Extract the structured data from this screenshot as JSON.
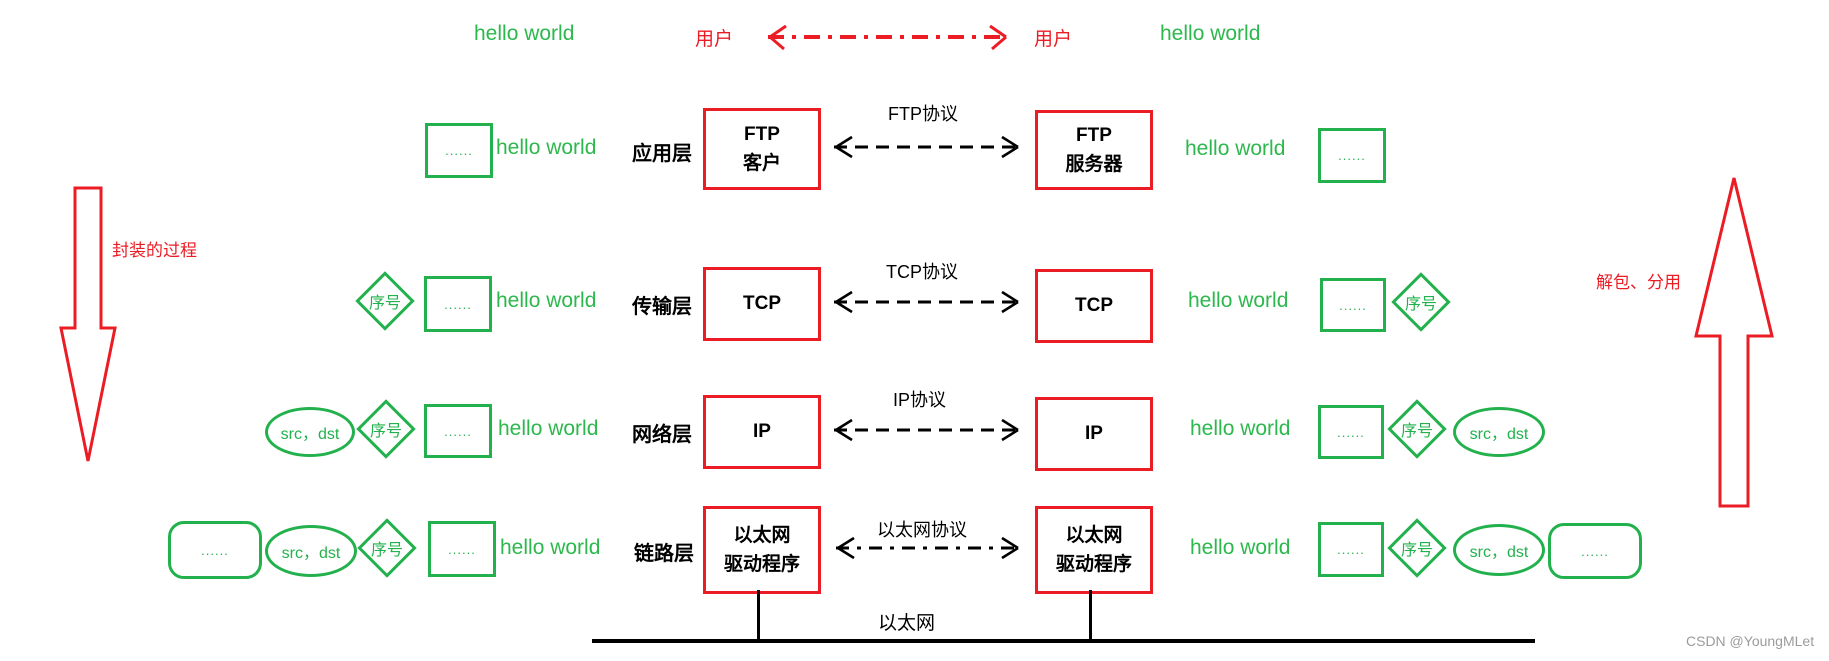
{
  "top": {
    "hello_left": "hello world",
    "user_left": "用户",
    "user_right": "用户",
    "hello_right": "hello world"
  },
  "side_labels": {
    "encapsulation": "封装的过程",
    "demultiplex": "解包、分用"
  },
  "tokens": {
    "dots": "......",
    "seq": "序号",
    "srcdst": "src，dst",
    "hello": "hello world"
  },
  "rows": [
    {
      "layer": "应用层",
      "left_line1": "FTP",
      "left_line2": "客户",
      "protocol": "FTP协议",
      "right_line1": "FTP",
      "right_line2": "服务器"
    },
    {
      "layer": "传输层",
      "left_line1": "TCP",
      "protocol": "TCP协议",
      "right_line1": "TCP"
    },
    {
      "layer": "网络层",
      "left_line1": "IP",
      "protocol": "IP协议",
      "right_line1": "IP"
    },
    {
      "layer": "链路层",
      "left_line1": "以太网",
      "left_line2": "驱动程序",
      "protocol": "以太网协议",
      "right_line1": "以太网",
      "right_line2": "驱动程序"
    }
  ],
  "ethernet_label": "以太网",
  "watermark": "CSDN @YoungMLet",
  "colors": {
    "green": "#22b14c",
    "red": "#ec1c24",
    "black": "#000000",
    "watermark_gray": "#9b9b9b"
  }
}
